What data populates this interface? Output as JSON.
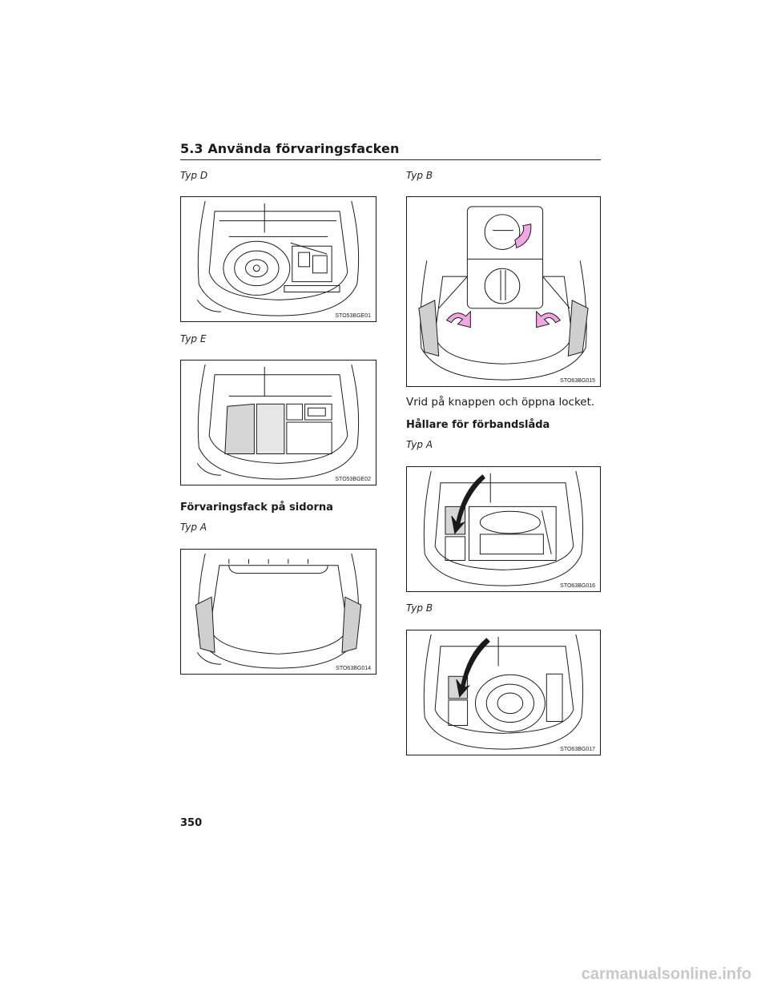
{
  "header": {
    "title": "5.3  Använda förvaringsfacken"
  },
  "left": {
    "label_typ_d": "Typ D",
    "fig_d_code": "STO53BGE01",
    "label_typ_e": "Typ E",
    "fig_e_code": "STO53BGE02",
    "side_heading": "Förvaringsfack på sidorna",
    "label_typ_a": "Typ A",
    "fig_side_a_code": "STO63BG014"
  },
  "right": {
    "label_typ_b": "Typ B",
    "fig_side_b_code": "STO63BG015",
    "instruction": "Vrid på knappen och öppna locket.",
    "holder_heading": "Hållare för förbandslåda",
    "label_holder_a": "Typ A",
    "fig_holder_a_code": "STO63BG016",
    "label_holder_b": "Typ B",
    "fig_holder_b_code": "STO63BG017"
  },
  "footer": {
    "page_number": "350"
  },
  "watermark": "carmanualsonline.info",
  "colors": {
    "highlight_gray": "#cfcfcf",
    "arrow_pink": "#f2a6e3",
    "line": "#1a1a1a"
  }
}
